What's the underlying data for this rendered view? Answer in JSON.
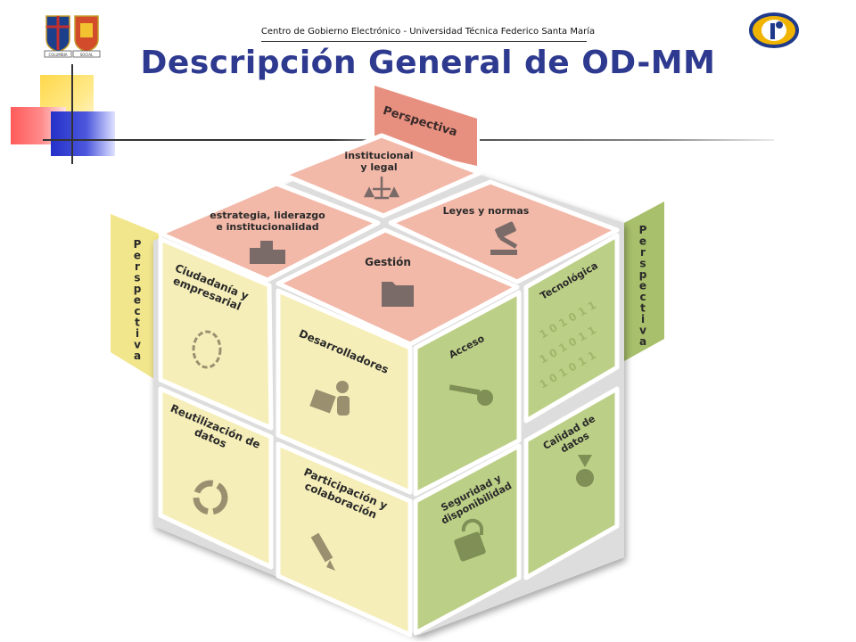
{
  "header": {
    "institution": "Centro de Gobierno Electrónico - Universidad Técnica Federico Santa María",
    "title": "Descripción General de OD-MM",
    "crest_left_caption": "COLUMBIA",
    "crest_right_caption": "SOCIAL"
  },
  "cube": {
    "top_tab": "Perspectiva",
    "left_tab": "Perspectiva",
    "right_tab": "Perspectiva",
    "top_faces": {
      "back": "institucional y legal",
      "left": "estrategia, liderazgo e institucionalidad",
      "right": "Leyes y normas",
      "front": "Gestión"
    },
    "left_faces": {
      "top_left": "Ciudadanía y empresarial",
      "top_right": "Desarrolladores",
      "bottom_left": "Reutilización de datos",
      "bottom_right": "Participación y colaboración"
    },
    "right_faces": {
      "top_left": "Acceso",
      "top_right": "Tecnológica",
      "bottom_left": "Seguridad y disponibilidad",
      "bottom_right": "Calidad de datos"
    },
    "binary_row": "1 0 1 0 1 1"
  },
  "colors": {
    "title": "#2e3a8f",
    "top_face": "#f2b8a8",
    "tab_red": "#e5897a",
    "left_face": "#f6eeb8",
    "left_tab": "#f1e68c",
    "right_face": "#bccf86",
    "right_tab": "#a8bf6b"
  }
}
